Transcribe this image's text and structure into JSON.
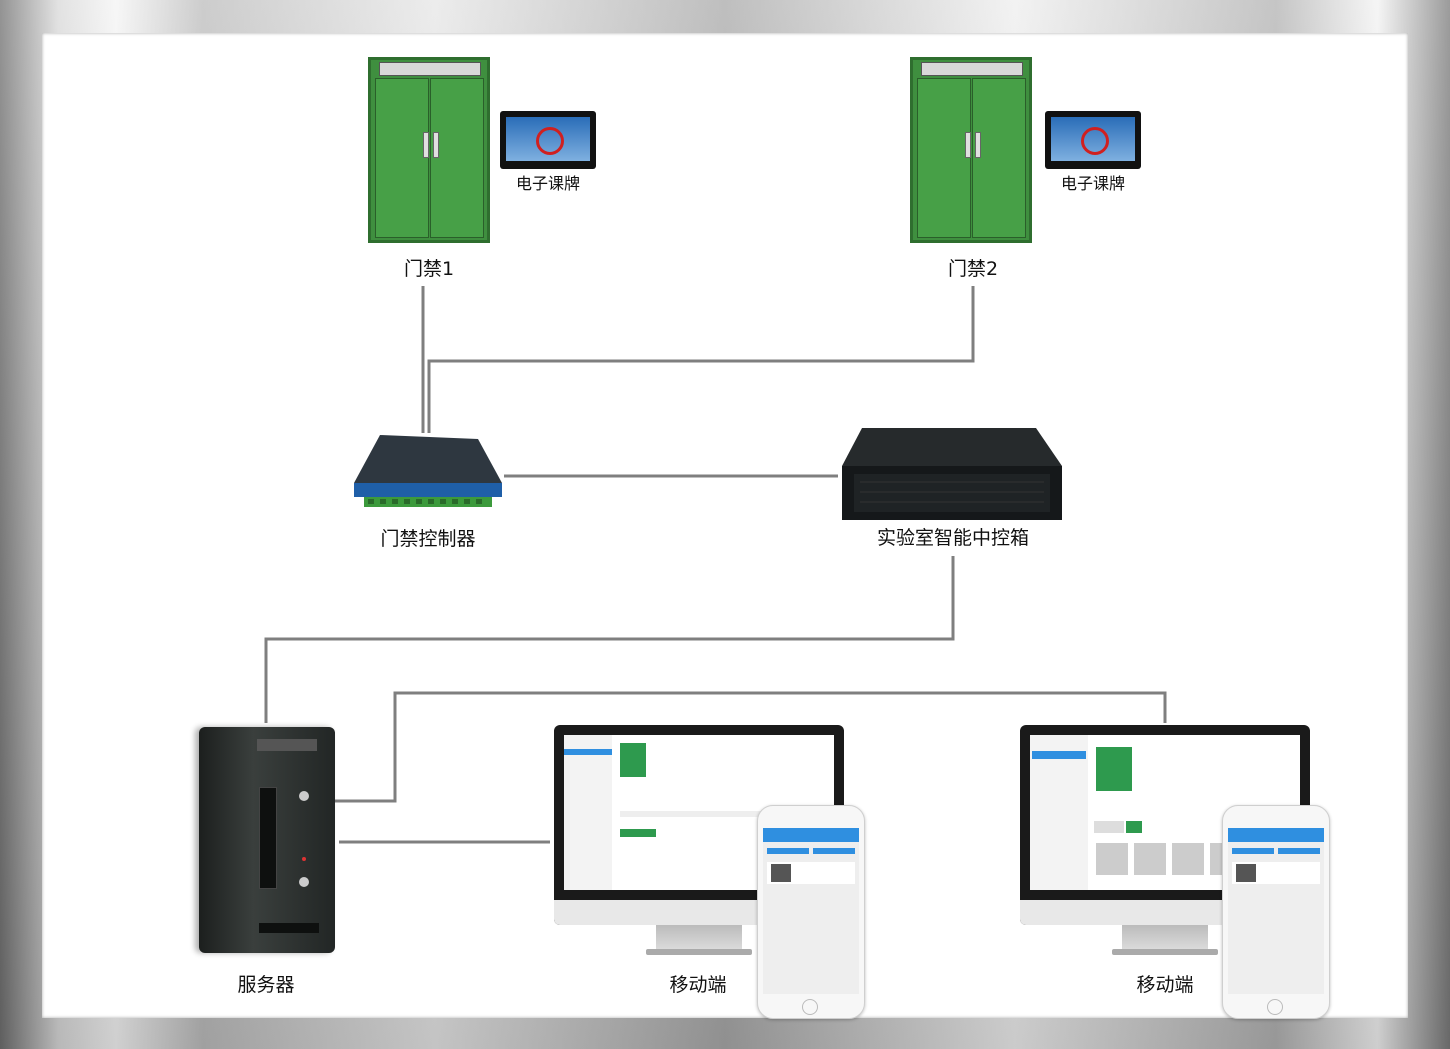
{
  "nodes": {
    "door1": "门禁1",
    "door2": "门禁2",
    "eboard1": "电子课牌",
    "eboard2": "电子课牌",
    "controller": "门禁控制器",
    "hub": "实验室智能中控箱",
    "server": "服务器",
    "mobile1": "移动端",
    "mobile2": "移动端"
  },
  "colors": {
    "line": "#7f7f7f",
    "door_green": "#3f8f3f",
    "canvas": "#ffffff"
  }
}
